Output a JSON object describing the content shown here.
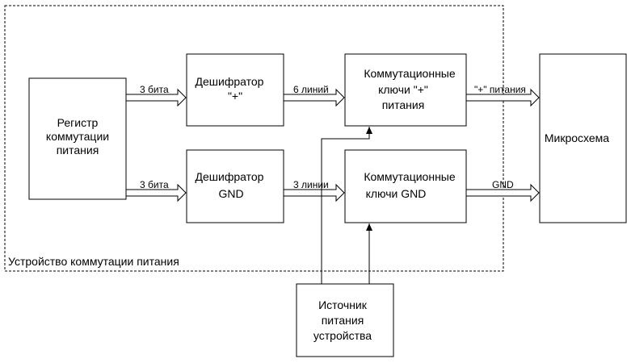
{
  "frame": {
    "label": "Устройство коммутации питания"
  },
  "blocks": {
    "register": {
      "lines": [
        "Регистр",
        "коммутации",
        "питания"
      ]
    },
    "decoder_plus": {
      "lines": [
        "Дешифратор",
        "\"+\""
      ]
    },
    "decoder_gnd": {
      "lines": [
        "Дешифратор",
        "GND"
      ]
    },
    "keys_plus": {
      "lines": [
        "Коммутационные",
        "ключи \"+\"",
        "питания"
      ]
    },
    "keys_gnd": {
      "lines": [
        "Коммутационные",
        "ключи GND"
      ]
    },
    "chip": {
      "lines": [
        "Микросхема"
      ]
    },
    "power_source": {
      "lines": [
        "Источник",
        "питания",
        "устройства"
      ]
    }
  },
  "buses": {
    "reg_to_dec_plus": "3 бита",
    "reg_to_dec_gnd": "3 бита",
    "dec_plus_to_keys": "6 линий",
    "dec_gnd_to_keys": "3 линии",
    "keys_plus_to_chip": "\"+\" питания",
    "keys_gnd_to_chip": "GND"
  },
  "colors": {
    "stroke": "#000000",
    "background": "#ffffff"
  }
}
